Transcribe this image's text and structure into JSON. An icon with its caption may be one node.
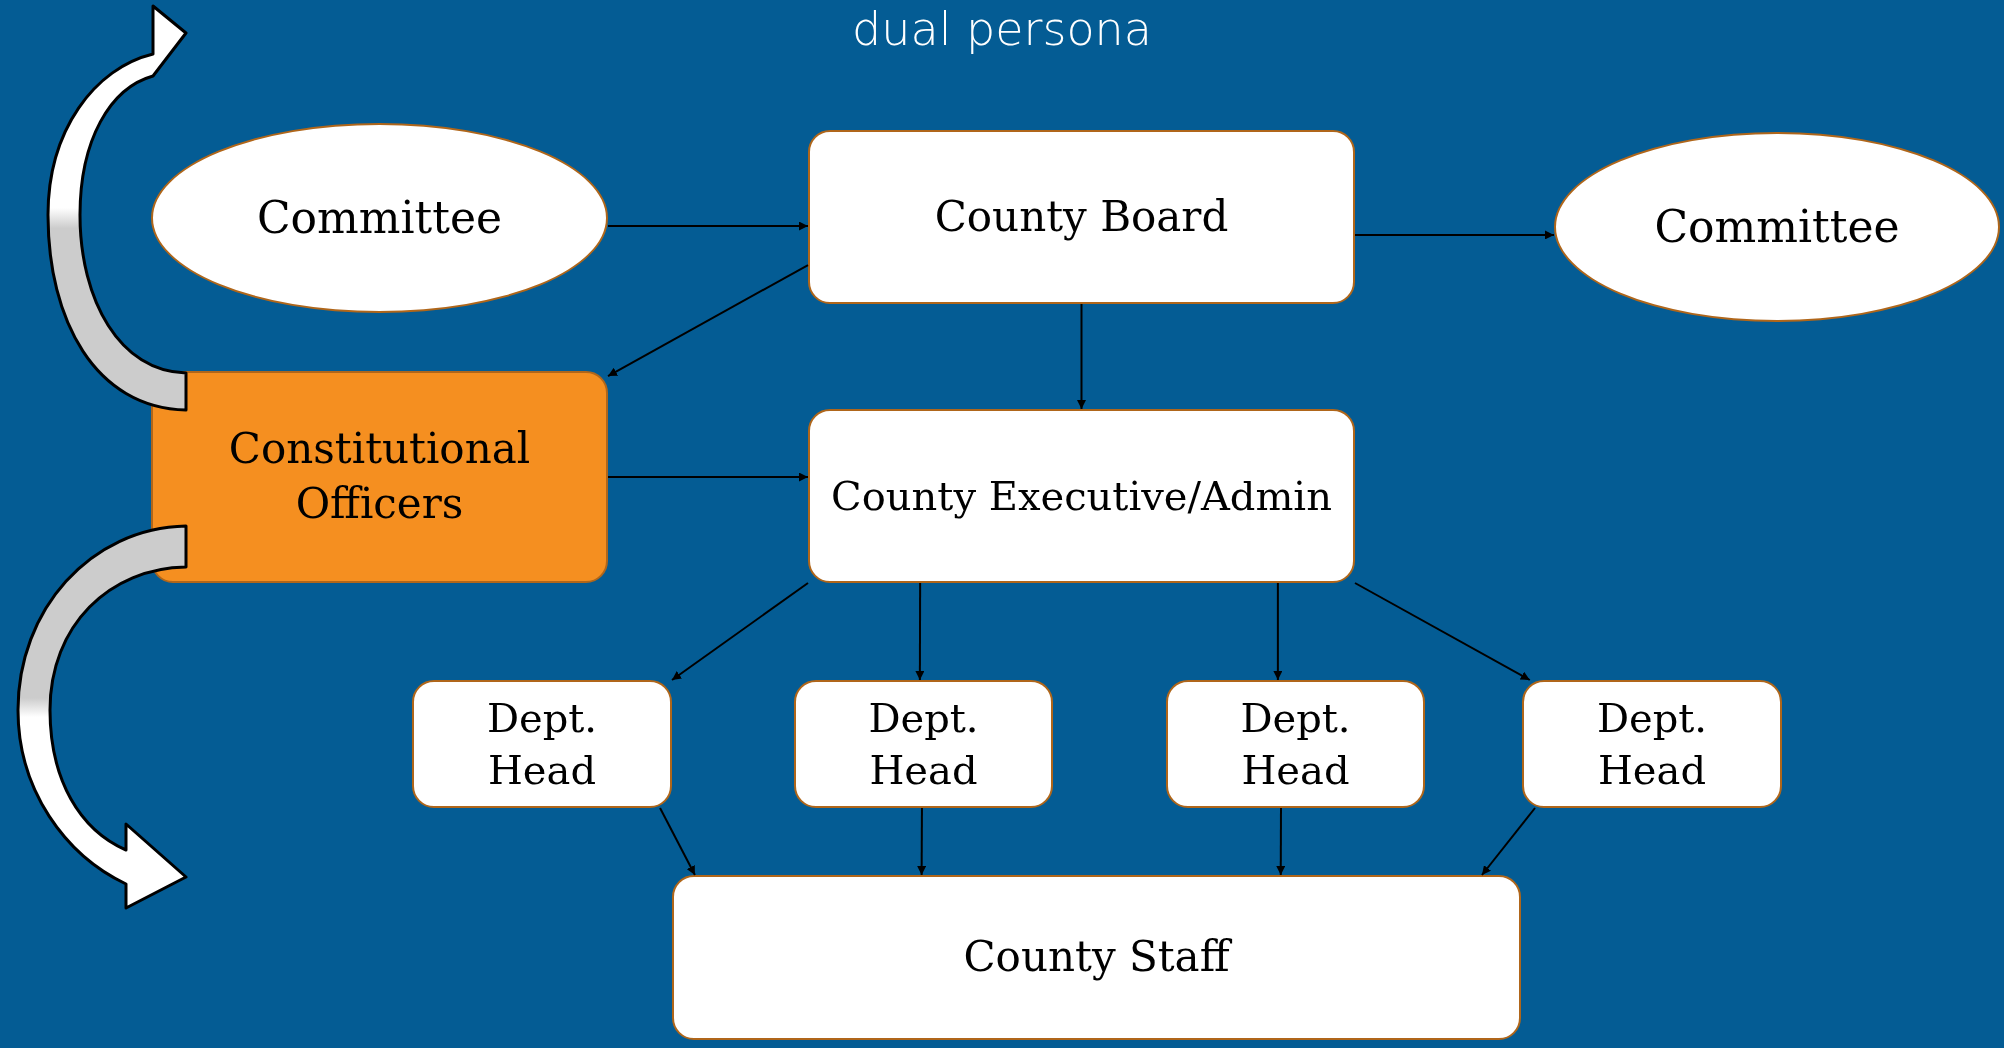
{
  "diagram": {
    "title": "dual persona",
    "nodes": [
      {
        "text": [
          "Committee"
        ]
      },
      {
        "text": [
          "County Board"
        ]
      },
      {
        "text": [
          "Committee"
        ]
      },
      {
        "text": [
          "Constitutional Officers"
        ]
      },
      {
        "text": [
          "County Executive/Admin"
        ]
      },
      {
        "text": [
          "Dept. Head"
        ]
      },
      {
        "text": [
          "Dept. Head"
        ]
      },
      {
        "text": [
          "Dept. Head"
        ]
      },
      {
        "text": [
          "Dept. Head"
        ]
      },
      {
        "text": [
          "County Staff"
        ]
      }
    ],
    "edges": [
      {
        "from": 0,
        "to": 1,
        "arrow": "to"
      },
      {
        "from": 1,
        "to": 2,
        "arrow": "to"
      },
      {
        "from": 1,
        "to": 3,
        "arrow": "to"
      },
      {
        "from": 1,
        "to": 4,
        "arrow": "to"
      },
      {
        "from": 3,
        "to": 4,
        "arrow": "to"
      },
      {
        "from": 4,
        "to": 5,
        "arrow": "to"
      },
      {
        "from": 4,
        "to": 6,
        "arrow": "to"
      },
      {
        "from": 4,
        "to": 7,
        "arrow": "to"
      },
      {
        "from": 4,
        "to": 8,
        "arrow": "to"
      },
      {
        "from": 5,
        "to": 9,
        "arrow": "to"
      },
      {
        "from": 6,
        "to": 9,
        "arrow": "to"
      },
      {
        "from": 7,
        "to": 9,
        "arrow": "to"
      },
      {
        "from": 8,
        "to": 9,
        "arrow": "to"
      },
      {
        "from": 3,
        "to": null,
        "arrow": "to",
        "style": "thick"
      },
      {
        "from": 3,
        "to": null,
        "arrow": "to",
        "style": "thick"
      }
    ]
  }
}
